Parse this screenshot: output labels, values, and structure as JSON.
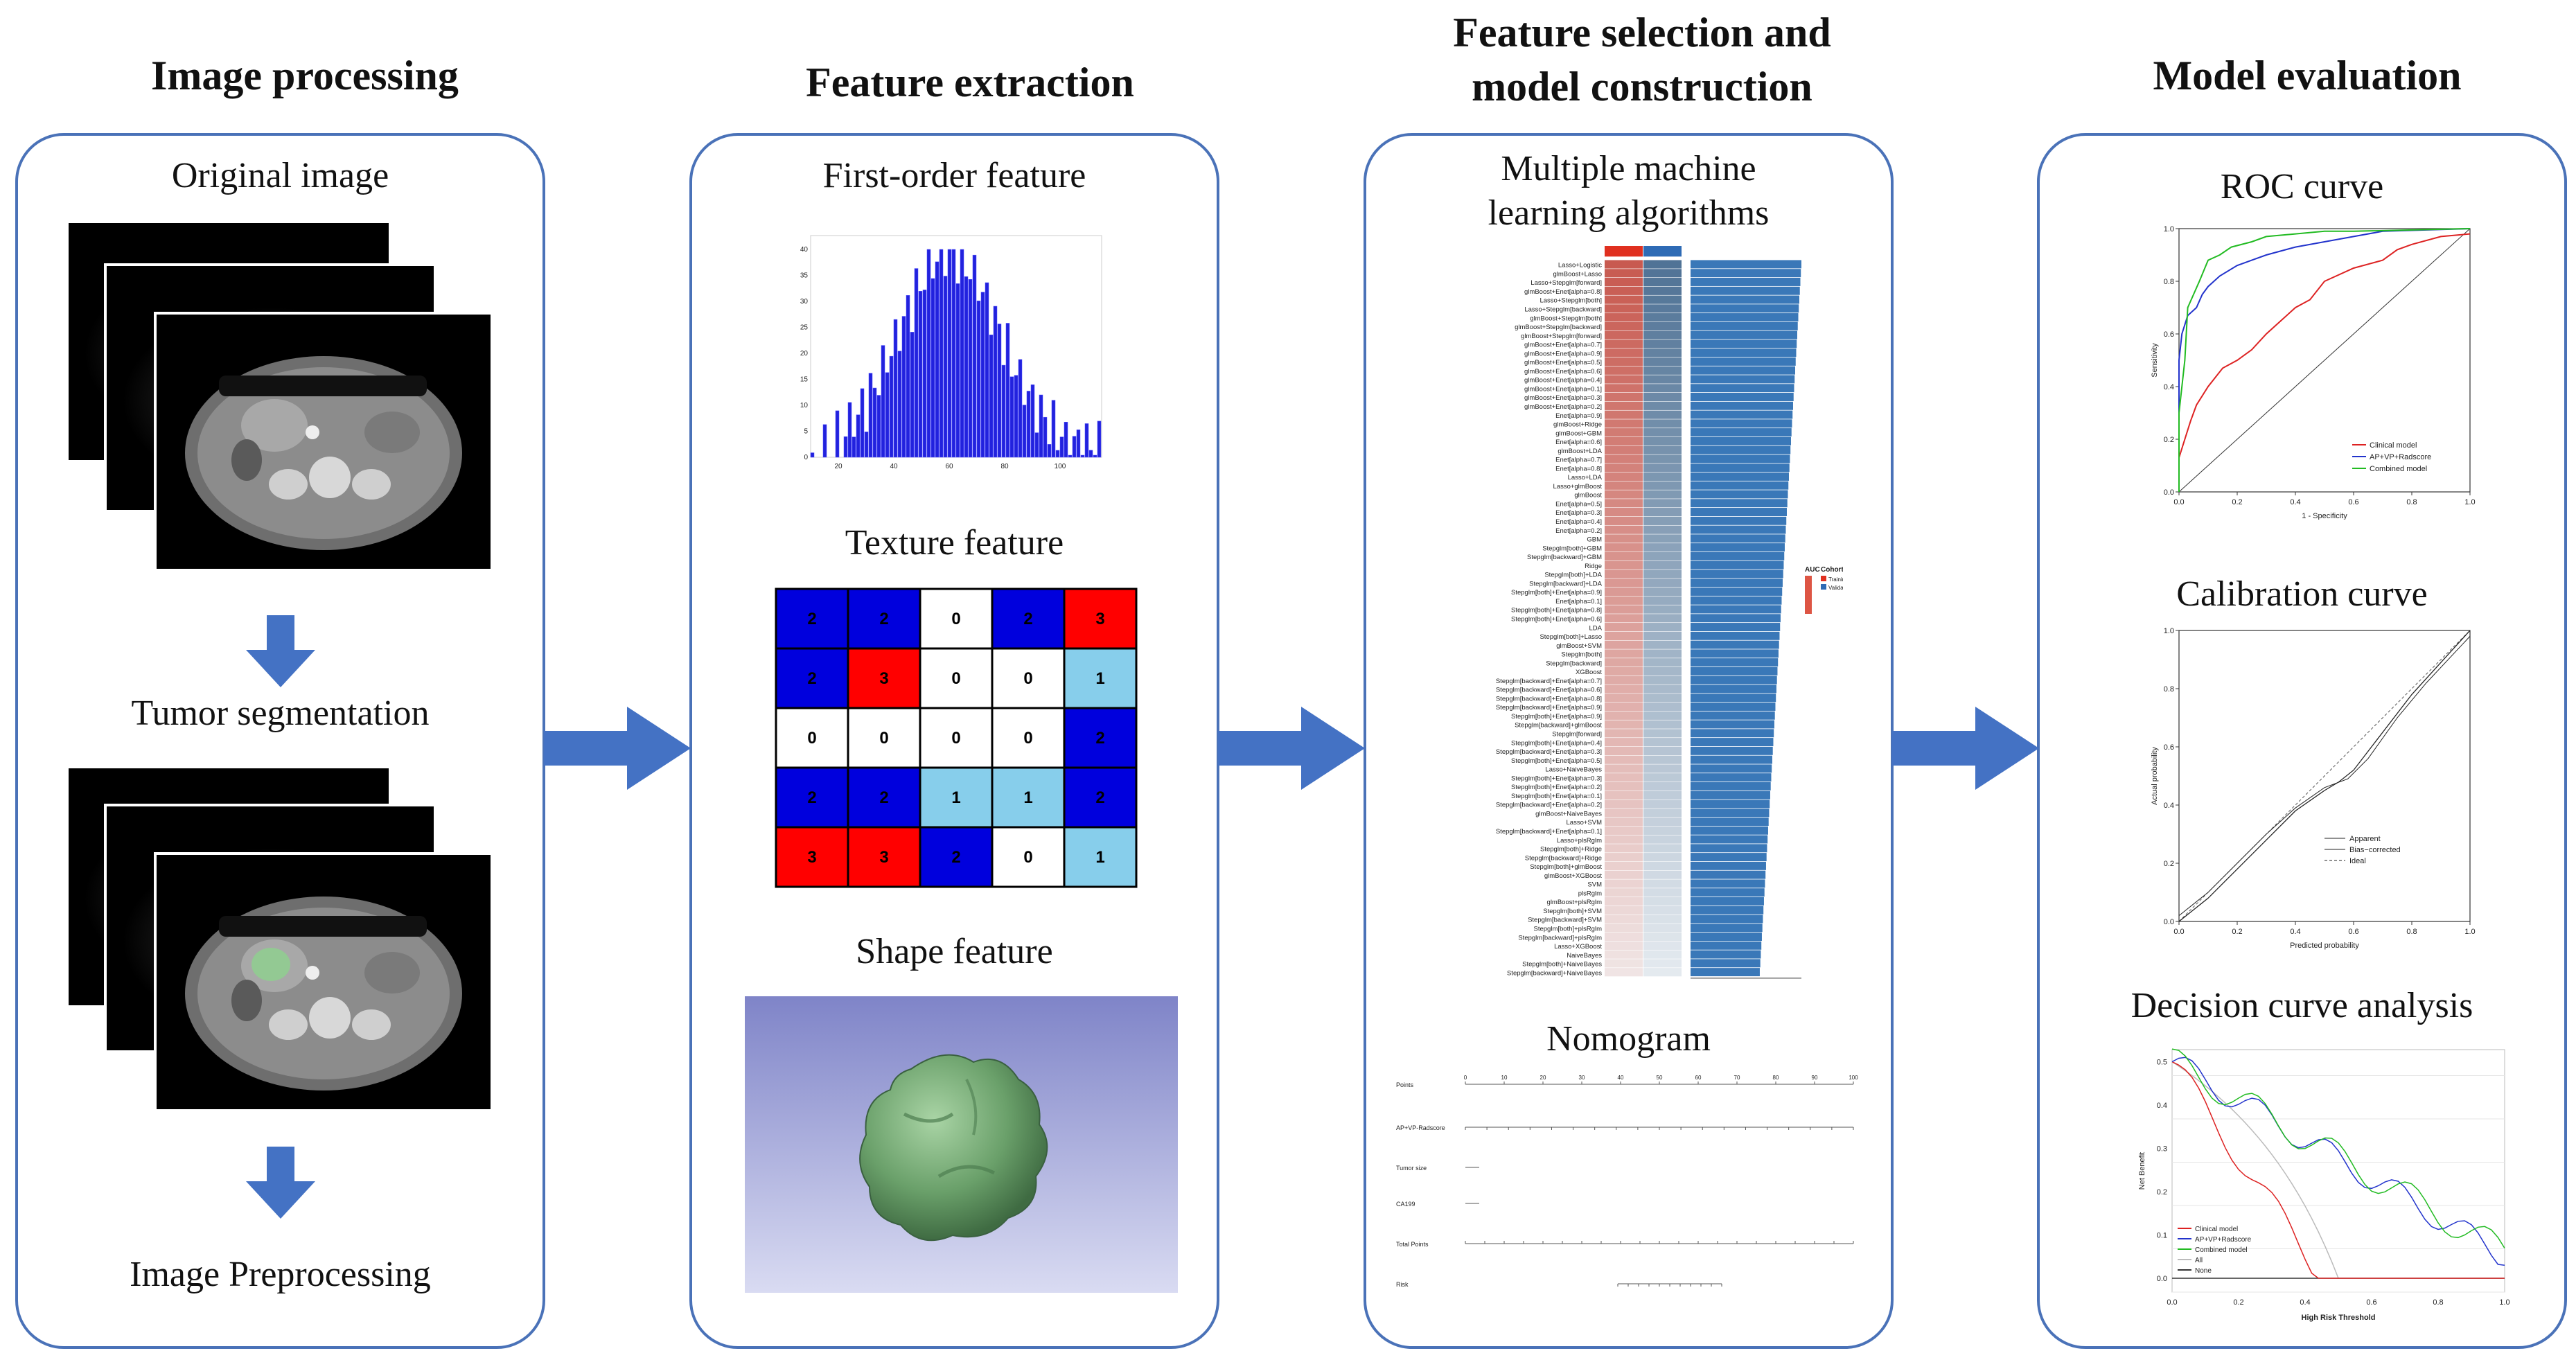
{
  "stages": [
    {
      "title": "Image processing"
    },
    {
      "title": "Feature extraction"
    },
    {
      "title_line1": "Feature selection and",
      "title_line2": "model construction"
    },
    {
      "title": "Model evaluation"
    }
  ],
  "processing": {
    "original": "Original image",
    "segmentation": "Tumor segmentation",
    "preprocessing": "Image Preprocessing"
  },
  "extraction": {
    "first_order": "First-order feature",
    "texture": "Texture feature",
    "shape": "Shape feature",
    "texture_matrix": [
      [
        "2",
        "2",
        "0",
        "2",
        "3"
      ],
      [
        "2",
        "3",
        "0",
        "0",
        "1"
      ],
      [
        "0",
        "0",
        "0",
        "0",
        "2"
      ],
      [
        "2",
        "2",
        "1",
        "1",
        "2"
      ],
      [
        "3",
        "3",
        "2",
        "0",
        "1"
      ]
    ],
    "texture_colors": {
      "0": "#ffffff",
      "1": "#87ceeb",
      "2": "#0000dd",
      "3": "#ff0000"
    },
    "histogram_ticks_x": [
      "20",
      "40",
      "60",
      "80",
      "100"
    ],
    "histogram_ticks_y": [
      "0",
      "5",
      "10",
      "15",
      "20",
      "25",
      "30",
      "35",
      "40"
    ]
  },
  "selection": {
    "heading_line1": "Multiple machine",
    "heading_line2": "learning algorithms",
    "heatmap_legend_title1": "AUC",
    "heatmap_legend_title2": "Cohort",
    "heatmap_legend_cohort": [
      "Training",
      "Validation"
    ],
    "algorithms": [
      "Lasso+Logistic",
      "glmBoost+Lasso",
      "Lasso+Stepglm[forward]",
      "glmBoost+Enet[alpha=0.8]",
      "Lasso+Stepglm[both]",
      "Lasso+Stepglm[backward]",
      "glmBoost+Stepglm[both]",
      "glmBoost+Stepglm[backward]",
      "glmBoost+Stepglm[forward]",
      "glmBoost+Enet[alpha=0.7]",
      "glmBoost+Enet[alpha=0.9]",
      "glmBoost+Enet[alpha=0.5]",
      "glmBoost+Enet[alpha=0.6]",
      "glmBoost+Enet[alpha=0.4]",
      "glmBoost+Enet[alpha=0.1]",
      "glmBoost+Enet[alpha=0.3]",
      "glmBoost+Enet[alpha=0.2]",
      "Enet[alpha=0.9]",
      "glmBoost+Ridge",
      "glmBoost+GBM",
      "Enet[alpha=0.6]",
      "glmBoost+LDA",
      "Enet[alpha=0.7]",
      "Enet[alpha=0.8]",
      "Lasso+LDA",
      "Lasso+glmBoost",
      "glmBoost",
      "Enet[alpha=0.5]",
      "Enet[alpha=0.3]",
      "Enet[alpha=0.4]",
      "Enet[alpha=0.2]",
      "GBM",
      "Stepglm[both]+GBM",
      "Stepglm[backward]+GBM",
      "Ridge",
      "Stepglm[both]+LDA",
      "Stepglm[backward]+LDA",
      "Stepglm[both]+Enet[alpha=0.9]",
      "Enet[alpha=0.1]",
      "Stepglm[both]+Enet[alpha=0.8]",
      "Stepglm[both]+Enet[alpha=0.6]",
      "LDA",
      "Stepglm[both]+Lasso",
      "glmBoost+SVM",
      "Stepglm[both]",
      "Stepglm[backward]",
      "XGBoost",
      "Stepglm[backward]+Enet[alpha=0.7]",
      "Stepglm[backward]+Enet[alpha=0.6]",
      "Stepglm[backward]+Enet[alpha=0.8]",
      "Stepglm[backward]+Enet[alpha=0.9]",
      "Stepglm[both]+Enet[alpha=0.9]",
      "Stepglm[backward]+glmBoost",
      "Stepglm[forward]",
      "Stepglm[both]+Enet[alpha=0.4]",
      "Stepglm[backward]+Enet[alpha=0.3]",
      "Stepglm[both]+Enet[alpha=0.5]",
      "Lasso+NaiveBayes",
      "Stepglm[both]+Enet[alpha=0.3]",
      "Stepglm[both]+Enet[alpha=0.2]",
      "Stepglm[both]+Enet[alpha=0.1]",
      "Stepglm[backward]+Enet[alpha=0.2]",
      "glmBoost+NaiveBayes",
      "Lasso+SVM",
      "Stepglm[backward]+Enet[alpha=0.1]",
      "Lasso+plsRglm",
      "Stepglm[both]+Ridge",
      "Stepglm[backward]+Ridge",
      "Stepglm[both]+glmBoost",
      "glmBoost+XGBoost",
      "SVM",
      "plsRglm",
      "glmBoost+plsRglm",
      "Stepglm[both]+SVM",
      "Stepglm[backward]+SVM",
      "Stepglm[both]+plsRglm",
      "Stepglm[backward]+plsRglm",
      "Lasso+XGBoost",
      "NaiveBayes",
      "Stepglm[both]+NaiveBayes",
      "Stepglm[backward]+NaiveBayes"
    ],
    "nomogram_heading": "Nomogram",
    "nomogram_rows": [
      "Points",
      "AP+VP-Radscore",
      "Tumor size",
      "CA199",
      "Total Points",
      "Risk"
    ],
    "nomogram_points_ticks": [
      "0",
      "10",
      "20",
      "30",
      "40",
      "50",
      "60",
      "70",
      "80",
      "90",
      "100"
    ]
  },
  "evaluation": {
    "roc_heading": "ROC curve",
    "calibration_heading": "Calibration curve",
    "dca_heading": "Decision curve analysis",
    "roc": {
      "xlabel": "1 - Specificity",
      "ylabel": "Sensitivity",
      "ticks": [
        "0.0",
        "0.2",
        "0.4",
        "0.6",
        "0.8",
        "1.0"
      ],
      "legend": [
        "Clinical model",
        "AP+VP+Radscore",
        "Combined model"
      ],
      "colors": [
        "#dd2222",
        "#2233cc",
        "#22bb22"
      ]
    },
    "calibration": {
      "xlabel": "Predicted probability",
      "ylabel": "Actual probability",
      "ticks": [
        "0.0",
        "0.2",
        "0.4",
        "0.6",
        "0.8",
        "1.0"
      ],
      "legend": [
        "Apparent",
        "Bias−corrected",
        "Ideal"
      ]
    },
    "dca": {
      "xlabel": "High Risk Threshold",
      "ylabel": "Net Benefit",
      "xticks": [
        "0.0",
        "0.2",
        "0.4",
        "0.6",
        "0.8",
        "1.0"
      ],
      "yticks": [
        "0.0",
        "0.1",
        "0.2",
        "0.3",
        "0.4",
        "0.5"
      ],
      "legend": [
        "Clinical model",
        "AP+VP+Radscore",
        "Combined model",
        "All",
        "None"
      ],
      "colors": [
        "#dd2222",
        "#2233cc",
        "#22bb22",
        "#bbbbbb",
        "#333333"
      ]
    }
  }
}
